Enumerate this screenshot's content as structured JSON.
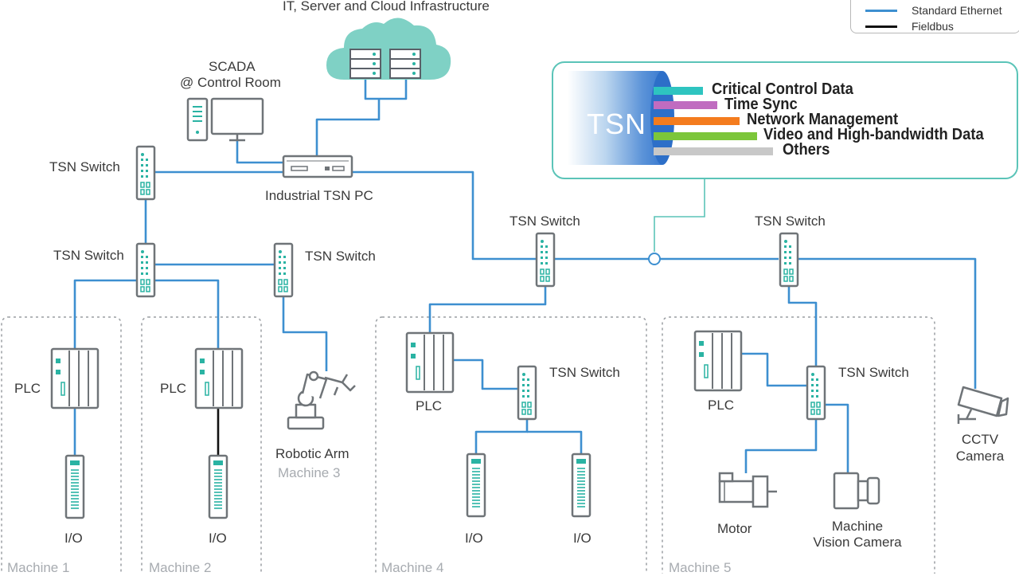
{
  "title": "IT, Server and Cloud Infrastructure",
  "legend": {
    "items": [
      {
        "label": "Standard Ethernet",
        "color": "#3d8fd0"
      },
      {
        "label": "Fieldbus",
        "color": "#111111"
      }
    ]
  },
  "tsn_panel": {
    "word": "TSN",
    "streams": [
      {
        "label": "Critical Control Data",
        "color": "#2ec4c0"
      },
      {
        "label": "Time Sync",
        "color": "#c06cc0"
      },
      {
        "label": "Network Management",
        "color": "#f47c1e"
      },
      {
        "label": "Video and High-bandwidth Data",
        "color": "#7cc63a"
      },
      {
        "label": "Others",
        "color": "#c8c8c8"
      }
    ]
  },
  "labels": {
    "scada": "SCADA",
    "control_room": "@ Control Room",
    "industrial_pc": "Industrial TSN PC",
    "tsn_switch": "TSN Switch",
    "plc": "PLC",
    "io": "I/O",
    "robotic_arm": "Robotic Arm",
    "motor": "Motor",
    "machine_vision_1": "Machine",
    "machine_vision_2": "Vision Camera",
    "cctv_1": "CCTV",
    "cctv_2": "Camera"
  },
  "machines": [
    "Machine 1",
    "Machine 2",
    "Machine 3",
    "Machine 4",
    "Machine 5"
  ],
  "colors": {
    "ethernet": "#3d8fd0",
    "fieldbus": "#111111",
    "device_outline": "#6f7478",
    "device_accent": "#2ab3a3",
    "cloud": "#7fd1c5",
    "dashed": "#9a9ea2"
  }
}
